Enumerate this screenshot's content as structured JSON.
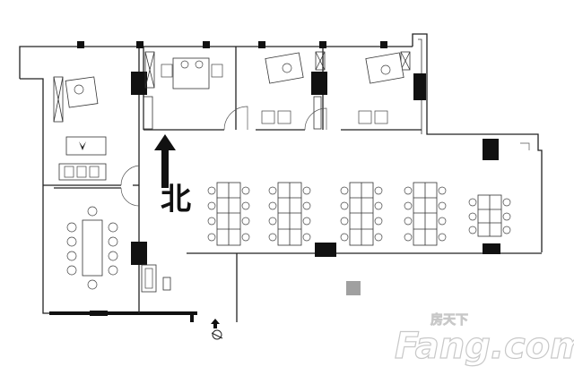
{
  "north_label": "北",
  "brand": {
    "logo_text": "Fang.com",
    "cn_text": "房天下",
    "color": "#ffffff",
    "outline": "#cfcfcf"
  },
  "colors": {
    "wall": "#222222",
    "column": "#111111",
    "shaft": "#a0a0a0"
  }
}
